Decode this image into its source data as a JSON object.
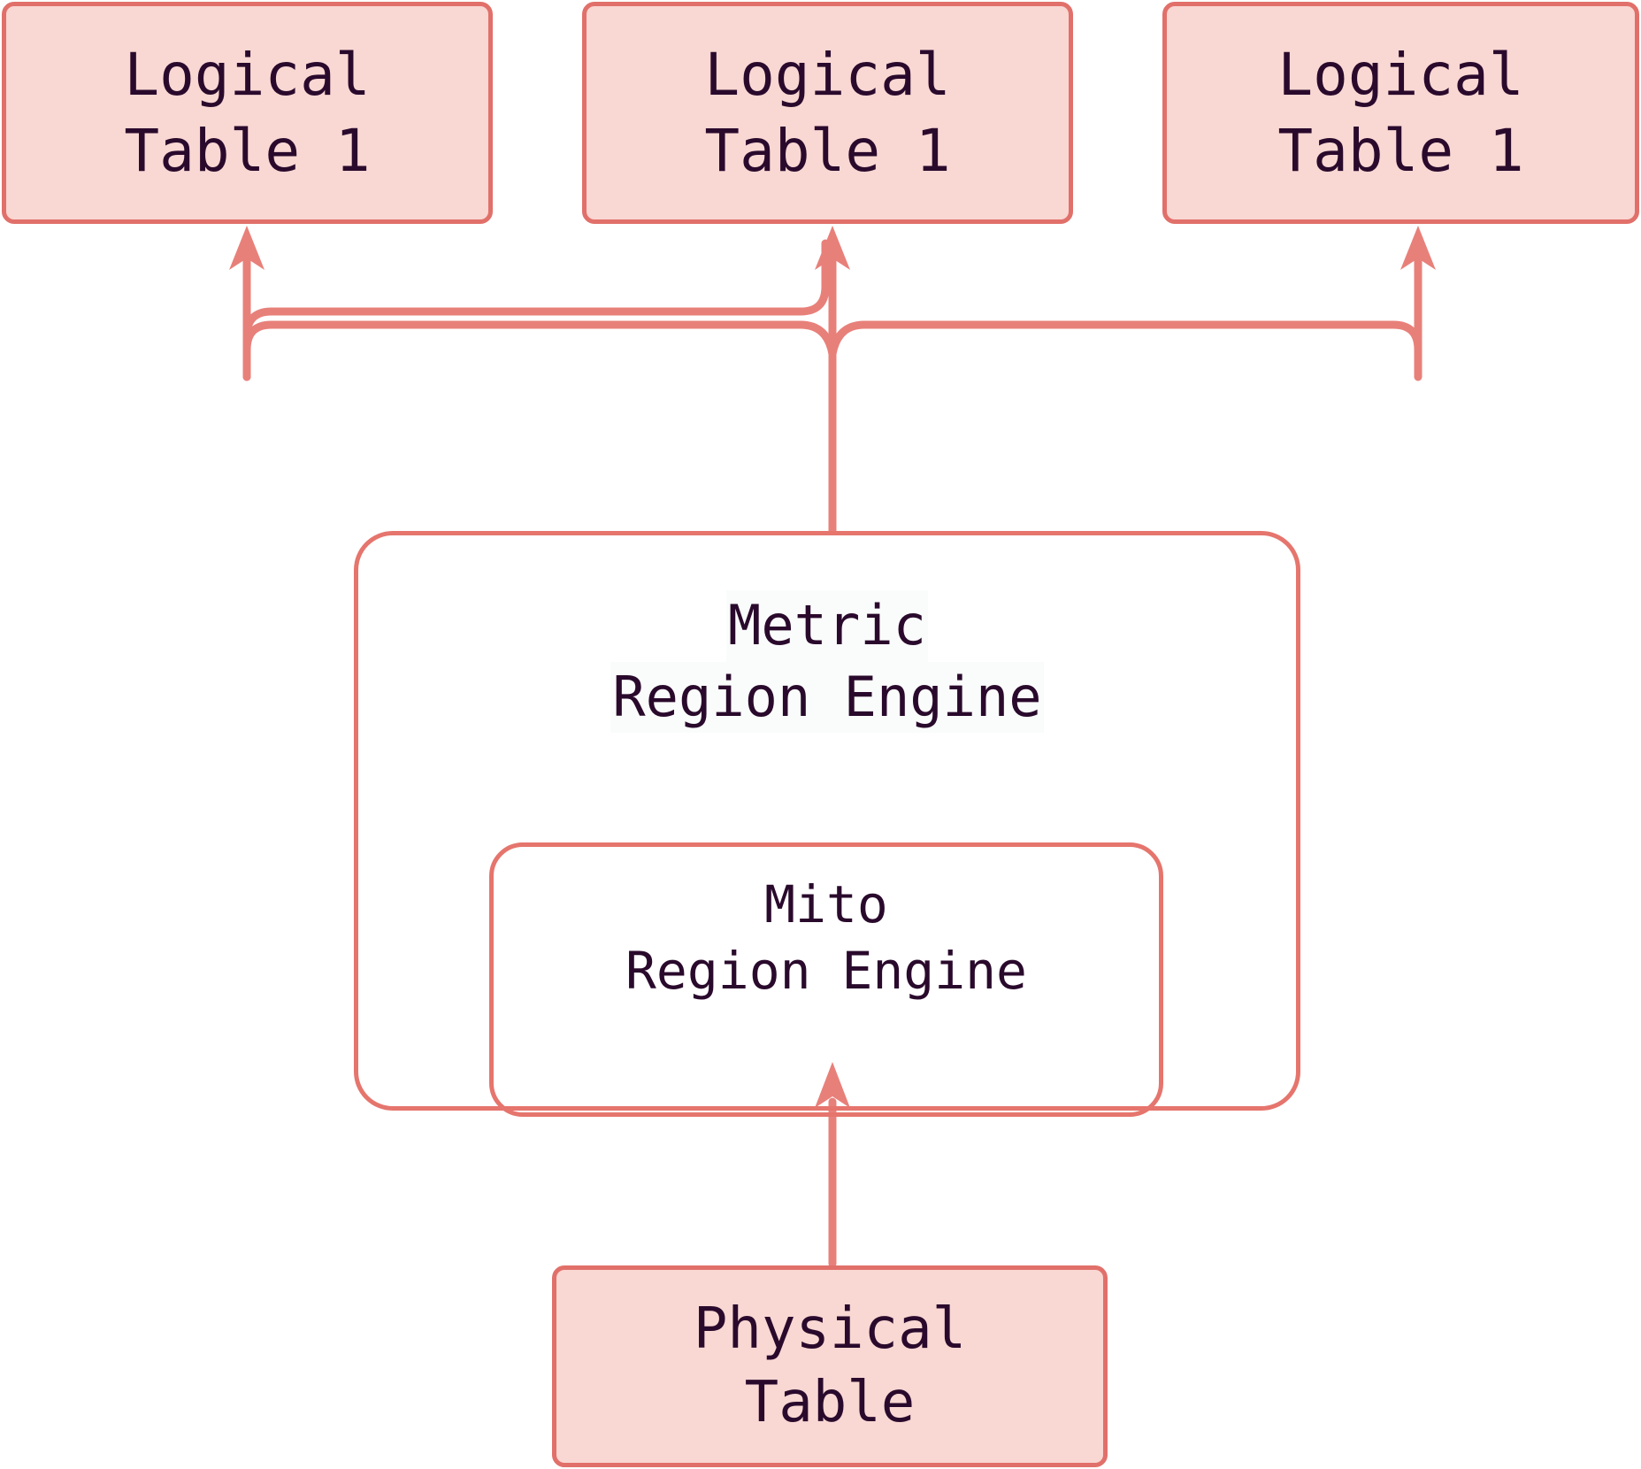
{
  "diagram": {
    "type": "architecture-flow",
    "title": "",
    "colors": {
      "node_fill": "#f9d7d3",
      "node_border": "#e1706a",
      "container_border": "#e5756d",
      "edge": "#e8807a",
      "text": "#2a0a2c",
      "background": "#ffffff",
      "text_highlight": "#fafbfb"
    },
    "nodes": [
      {
        "id": "logical-1",
        "name": "logical-table-1",
        "style": "filled",
        "lines": [
          "Logical",
          "Table 1"
        ]
      },
      {
        "id": "logical-2",
        "name": "logical-table-2",
        "style": "filled",
        "lines": [
          "Logical",
          "Table 1"
        ]
      },
      {
        "id": "logical-3",
        "name": "logical-table-3",
        "style": "filled",
        "lines": [
          "Logical",
          "Table 1"
        ]
      },
      {
        "id": "metric-engine",
        "name": "metric-region-engine",
        "style": "outline",
        "lines": [
          "Metric",
          "Region Engine"
        ]
      },
      {
        "id": "mito-engine",
        "name": "mito-region-engine",
        "style": "outline",
        "lines": [
          "Mito",
          "Region Engine"
        ]
      },
      {
        "id": "physical-table",
        "name": "physical-table",
        "style": "filled",
        "lines": [
          "Physical",
          "Table"
        ]
      }
    ],
    "edges": [
      {
        "name": "physical-to-mito",
        "from": "physical-table",
        "to": "mito-engine",
        "direction": "up",
        "arrow": true
      },
      {
        "name": "metric-to-logical-1",
        "from": "metric-engine",
        "to": "logical-1",
        "direction": "up",
        "arrow": true
      },
      {
        "name": "metric-to-logical-2",
        "from": "metric-engine",
        "to": "logical-2",
        "direction": "up",
        "arrow": true
      },
      {
        "name": "metric-to-logical-3",
        "from": "metric-engine",
        "to": "logical-3",
        "direction": "up",
        "arrow": true
      }
    ]
  },
  "nodes": {
    "logical_1": {
      "line1": "Logical",
      "line2": "Table 1"
    },
    "logical_2": {
      "line1": "Logical",
      "line2": "Table 1"
    },
    "logical_3": {
      "line1": "Logical",
      "line2": "Table 1"
    },
    "metric_engine": {
      "line1": "Metric",
      "line2": "Region Engine"
    },
    "mito_engine": {
      "line1": "Mito",
      "line2": "Region Engine"
    },
    "physical_table": {
      "line1": "Physical",
      "line2": "Table"
    }
  }
}
